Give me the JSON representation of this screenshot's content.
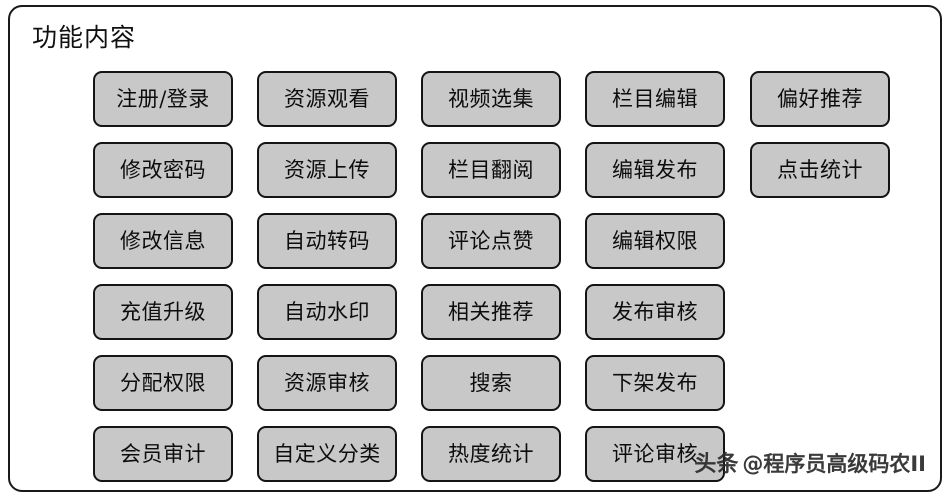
{
  "panel": {
    "title": "功能内容",
    "frame_border_color": "#1a1a1a",
    "background_color": "#ffffff"
  },
  "style": {
    "button_fill": "#c8c8c8",
    "button_border": "#141414",
    "text_color": "#0d0d0d"
  },
  "grid": {
    "columns": 5,
    "rows": 6,
    "items": [
      {
        "column_index": 0,
        "buttons": [
          "注册/登录",
          "修改密码",
          "修改信息",
          "充值升级",
          "分配权限",
          "会员审计"
        ]
      },
      {
        "column_index": 1,
        "buttons": [
          "资源观看",
          "资源上传",
          "自动转码",
          "自动水印",
          "资源审核",
          "自定义分类"
        ]
      },
      {
        "column_index": 2,
        "buttons": [
          "视频选集",
          "栏目翻阅",
          "评论点赞",
          "相关推荐",
          "搜索",
          "热度统计"
        ]
      },
      {
        "column_index": 3,
        "buttons": [
          "栏目编辑",
          "编辑发布",
          "编辑权限",
          "发布审核",
          "下架发布",
          "评论审核"
        ]
      },
      {
        "column_index": 4,
        "buttons": [
          "偏好推荐",
          "点击统计"
        ]
      }
    ]
  },
  "watermark": {
    "brand": "头条",
    "handle": "@程序员高级码农II"
  }
}
